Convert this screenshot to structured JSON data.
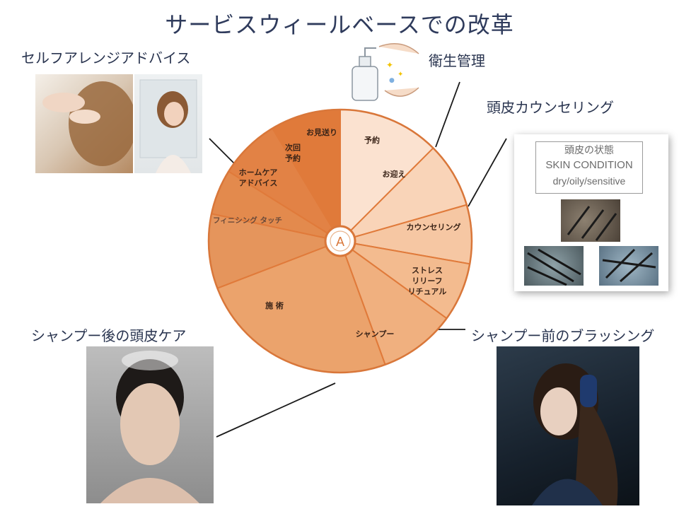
{
  "title": "サービスウィールベースでの改革",
  "callouts": {
    "self_arrange": "セルフアレンジアドバイス",
    "hygiene": "衛生管理",
    "scalp_counseling": "頭皮カウンセリング",
    "after_shampoo": "シャンプー後の頭皮ケア",
    "before_shampoo": "シャンプー前のブラッシング"
  },
  "skin_condition": {
    "line1": "頭皮の状態",
    "line2": "SKIN CONDITION",
    "line3": "dry/oily/sensitive"
  },
  "center_logo": "A",
  "colors": {
    "divider": "#e07a3a",
    "outline": "#d9773a"
  },
  "chart_data": {
    "type": "pie",
    "title": "",
    "segments": [
      {
        "label": "予約",
        "color": "#fbe2d0"
      },
      {
        "label": "お迎え",
        "color": "#f9d4b8"
      },
      {
        "label": "カウンセリング",
        "color": "#f6c7a3"
      },
      {
        "label": "ストレス\nリリーフ\nリチュアル",
        "color": "#f3bb8f"
      },
      {
        "label": "シャンプー",
        "color": "#f0b07f"
      },
      {
        "label": "施 術",
        "color": "#eba36c"
      },
      {
        "label": "フィニシング タッチ",
        "color": "#e5955c"
      },
      {
        "label": "ホームケア\nアドバイス",
        "color": "#e38a4d"
      },
      {
        "label": "次回\n予約",
        "color": "#e28245"
      },
      {
        "label": "お見送り",
        "color": "#e07a3a"
      }
    ]
  }
}
